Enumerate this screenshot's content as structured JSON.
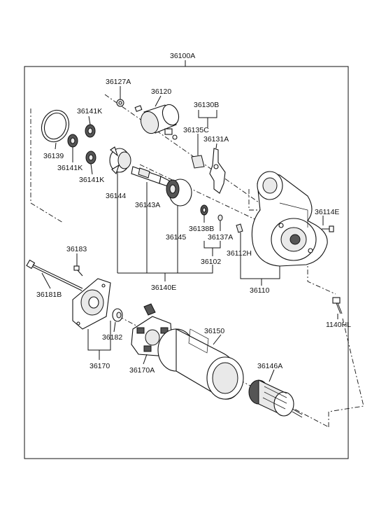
{
  "labels": {
    "l36100A": "36100A",
    "l36127A": "36127A",
    "l36120": "36120",
    "l36130B": "36130B",
    "l36141K_a": "36141K",
    "l36135C": "36135C",
    "l36131A": "36131A",
    "l36139": "36139",
    "l36141K_b": "36141K",
    "l36141K_c": "36141K",
    "l36144": "36144",
    "l36143A": "36143A",
    "l36145": "36145",
    "l36138B": "36138B",
    "l36137A": "36137A",
    "l36114E": "36114E",
    "l36112H": "36112H",
    "l36102": "36102",
    "l36110": "36110",
    "l36140E": "36140E",
    "l36183": "36183",
    "l36181B": "36181B",
    "l1140HL": "1140HL",
    "l36182": "36182",
    "l36170": "36170",
    "l36170A": "36170A",
    "l36150": "36150",
    "l36146A": "36146A"
  }
}
